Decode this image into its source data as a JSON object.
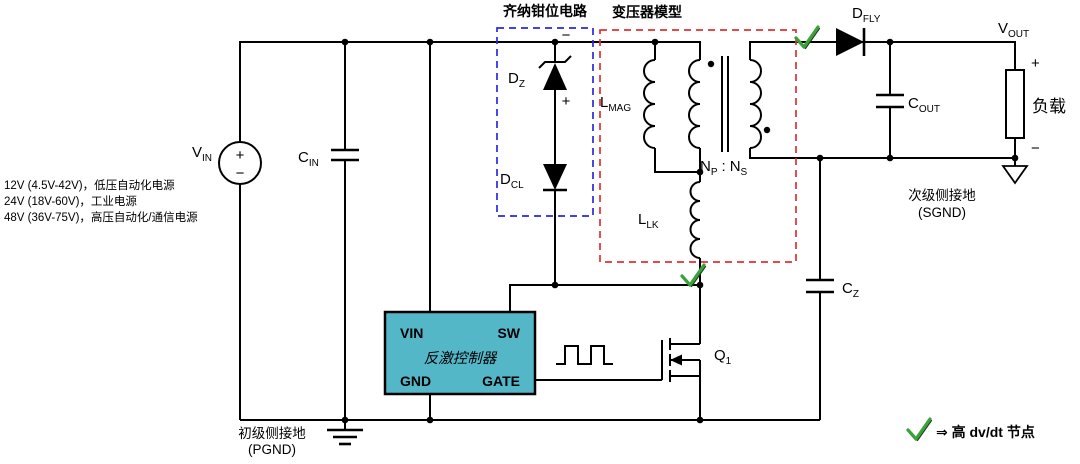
{
  "diagram": {
    "type": "flyback-converter-schematic",
    "colors": {
      "wire": "#000000",
      "clamp_box": "#2929dd",
      "transformer_box": "#e03232",
      "controller_fill": "#54b7c8",
      "controller_title": "#dbedf0",
      "check_green": "#3aa23a",
      "notes_gray": "#9a9a9a"
    },
    "source": {
      "label": "V",
      "sub": "IN",
      "plus": "+",
      "minus": "−"
    },
    "input_notes": [
      "12V (4.5V-42V)，低压自动化电源",
      "24V (18V-60V)，工业电源",
      "48V (36V-75V)，高压自动化/通信电源"
    ],
    "cin": {
      "label": "C",
      "sub": "IN"
    },
    "clamp": {
      "title": "齐纳钳位电路",
      "minus": "−",
      "plus": "+",
      "dz": {
        "label": "D",
        "sub": "Z"
      },
      "dcl": {
        "label": "D",
        "sub": "CL"
      }
    },
    "transformer": {
      "title": "变压器模型",
      "lmag": {
        "label": "L",
        "sub": "MAG"
      },
      "llk": {
        "label": "L",
        "sub": "LK"
      },
      "ratio": {
        "n1": "N",
        "n1_sub": "P",
        "colon": ":",
        "n2": "N",
        "n2_sub": "S"
      }
    },
    "dfly": {
      "label": "D",
      "sub": "FLY"
    },
    "vout": {
      "label": "V",
      "sub": "OUT"
    },
    "cout": {
      "label": "C",
      "sub": "OUT"
    },
    "load": {
      "label": "负载",
      "plus": "+",
      "minus": "−"
    },
    "cz": {
      "label": "C",
      "sub": "Z"
    },
    "sgnd": {
      "line1": "次级侧接地",
      "line2": "(SGND)"
    },
    "pgnd": {
      "line1": "初级侧接地",
      "line2": "(PGND)"
    },
    "controller": {
      "title": "反激控制器",
      "pins": {
        "vin": "VIN",
        "sw": "SW",
        "gnd": "GND",
        "gate": "GATE"
      }
    },
    "q1": {
      "label": "Q",
      "sub": "1"
    },
    "legend": {
      "arrow_text": "⇒ 高 dv/dt 节点"
    }
  }
}
